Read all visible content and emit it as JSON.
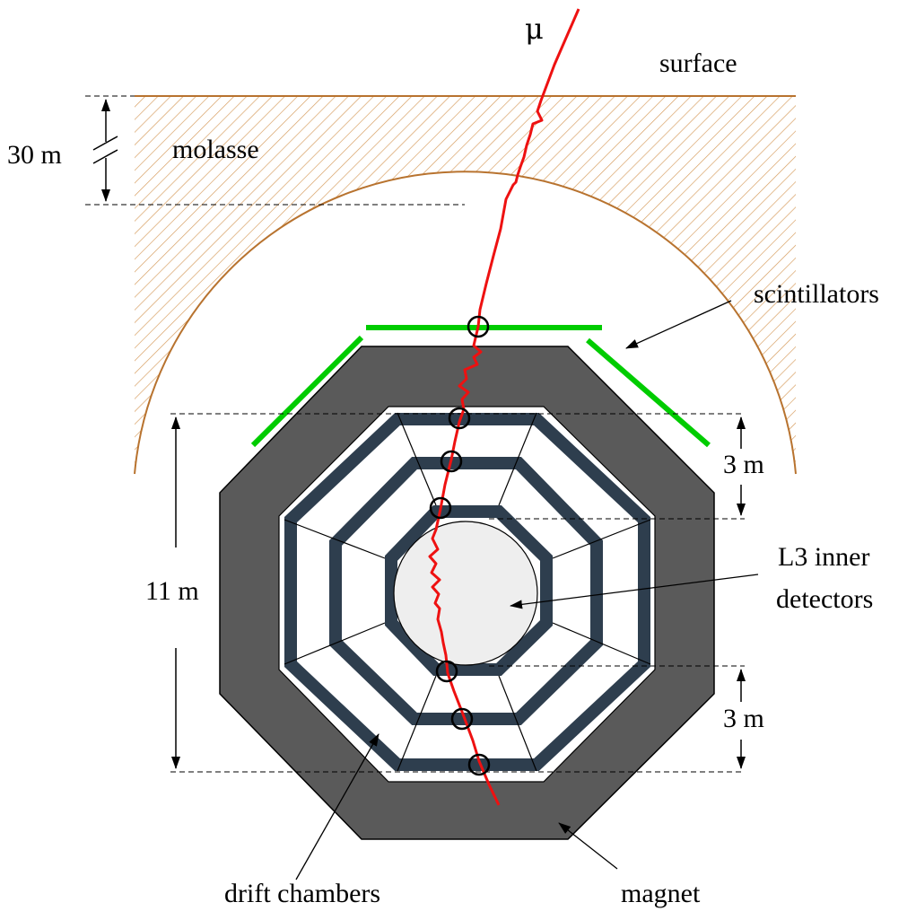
{
  "labels": {
    "muon": "μ",
    "surface": "surface",
    "molasse": "molasse",
    "depth": "30 m",
    "scintillators": "scintillators",
    "height": "11 m",
    "gap_top": "3 m",
    "gap_bottom": "3 m",
    "inner_line1": "L3 inner",
    "inner_line2": "detectors",
    "drift_chambers": "drift chambers",
    "magnet": "magnet"
  },
  "colors": {
    "track": "#ee1111",
    "scintillator": "#00cc00",
    "magnet": "#5a5a5a",
    "chamber": "#2e3e4e",
    "earth_hatch": "#d59a5a",
    "inner_detector": "#eeeeee"
  }
}
